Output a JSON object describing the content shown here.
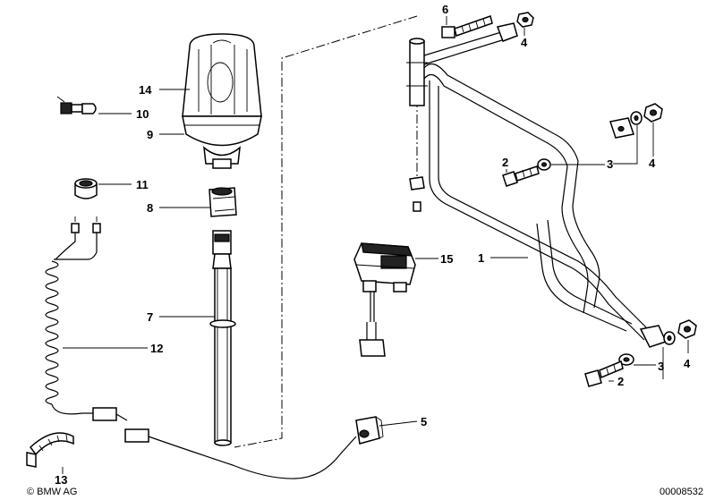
{
  "callouts": {
    "c1": "1",
    "c2a": "2",
    "c2b": "2",
    "c3a": "3",
    "c3b": "3",
    "c4a": "4",
    "c4b": "4",
    "c4c": "4",
    "c5": "5",
    "c6": "6",
    "c7": "7",
    "c8": "8",
    "c9": "9",
    "c10": "10",
    "c11": "11",
    "c12": "12",
    "c13": "13",
    "c14": "14",
    "c15": "15"
  },
  "copyright": "© BMW AG",
  "part_number": "00008532"
}
